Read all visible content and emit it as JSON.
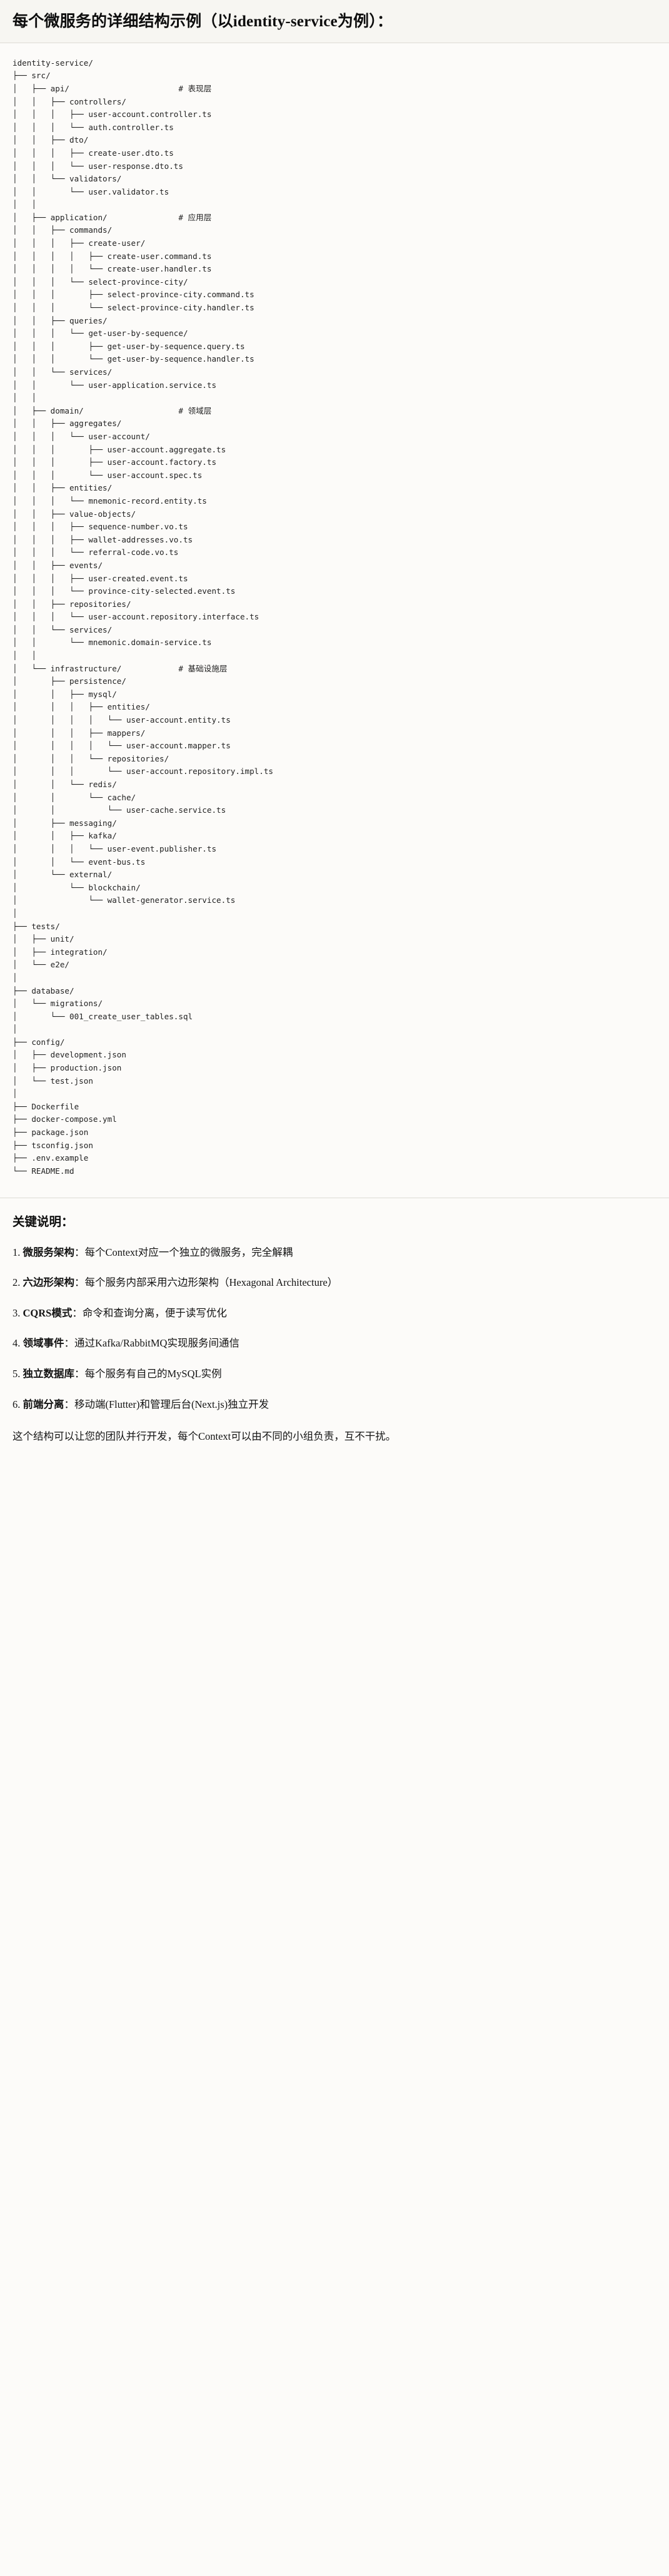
{
  "header": {
    "title": "每个微服务的详细结构示例（以identity-service为例）："
  },
  "tree": {
    "text": "identity-service/\n├── src/\n│   ├── api/                       # 表现层\n│   │   ├── controllers/\n│   │   │   ├── user-account.controller.ts\n│   │   │   └── auth.controller.ts\n│   │   ├── dto/\n│   │   │   ├── create-user.dto.ts\n│   │   │   └── user-response.dto.ts\n│   │   └── validators/\n│   │       └── user.validator.ts\n│   │\n│   ├── application/               # 应用层\n│   │   ├── commands/\n│   │   │   ├── create-user/\n│   │   │   │   ├── create-user.command.ts\n│   │   │   │   └── create-user.handler.ts\n│   │   │   └── select-province-city/\n│   │   │       ├── select-province-city.command.ts\n│   │   │       └── select-province-city.handler.ts\n│   │   ├── queries/\n│   │   │   └── get-user-by-sequence/\n│   │   │       ├── get-user-by-sequence.query.ts\n│   │   │       └── get-user-by-sequence.handler.ts\n│   │   └── services/\n│   │       └── user-application.service.ts\n│   │\n│   ├── domain/                    # 领域层\n│   │   ├── aggregates/\n│   │   │   └── user-account/\n│   │   │       ├── user-account.aggregate.ts\n│   │   │       ├── user-account.factory.ts\n│   │   │       └── user-account.spec.ts\n│   │   ├── entities/\n│   │   │   └── mnemonic-record.entity.ts\n│   │   ├── value-objects/\n│   │   │   ├── sequence-number.vo.ts\n│   │   │   ├── wallet-addresses.vo.ts\n│   │   │   └── referral-code.vo.ts\n│   │   ├── events/\n│   │   │   ├── user-created.event.ts\n│   │   │   └── province-city-selected.event.ts\n│   │   ├── repositories/\n│   │   │   └── user-account.repository.interface.ts\n│   │   └── services/\n│   │       └── mnemonic.domain-service.ts\n│   │\n│   └── infrastructure/            # 基础设施层\n│       ├── persistence/\n│       │   ├── mysql/\n│       │   │   ├── entities/\n│       │   │   │   └── user-account.entity.ts\n│       │   │   ├── mappers/\n│       │   │   │   └── user-account.mapper.ts\n│       │   │   └── repositories/\n│       │   │       └── user-account.repository.impl.ts\n│       │   └── redis/\n│       │       └── cache/\n│       │           └── user-cache.service.ts\n│       ├── messaging/\n│       │   ├── kafka/\n│       │   │   └── user-event.publisher.ts\n│       │   └── event-bus.ts\n│       └── external/\n│           └── blockchain/\n│               └── wallet-generator.service.ts\n│\n├── tests/\n│   ├── unit/\n│   ├── integration/\n│   └── e2e/\n│\n├── database/\n│   └── migrations/\n│       └── 001_create_user_tables.sql\n│\n├── config/\n│   ├── development.json\n│   ├── production.json\n│   └── test.json\n│\n├── Dockerfile\n├── docker-compose.yml\n├── package.json\n├── tsconfig.json\n├── .env.example\n└── README.md"
  },
  "notes": {
    "heading": "关键说明：",
    "items": [
      {
        "term": "微服务架构",
        "desc": "：每个Context对应一个独立的微服务，完全解耦"
      },
      {
        "term": "六边形架构",
        "desc": "：每个服务内部采用六边形架构（Hexagonal Architecture）"
      },
      {
        "term": "CQRS模式",
        "desc": "：命令和查询分离，便于读写优化"
      },
      {
        "term": "领域事件",
        "desc": "：通过Kafka/RabbitMQ实现服务间通信"
      },
      {
        "term": "独立数据库",
        "desc": "：每个服务有自己的MySQL实例"
      },
      {
        "term": "前端分离",
        "desc": "：移动端(Flutter)和管理后台(Next.js)独立开发"
      }
    ],
    "footer": "这个结构可以让您的团队并行开发，每个Context可以由不同的小组负责，互不干扰。"
  }
}
